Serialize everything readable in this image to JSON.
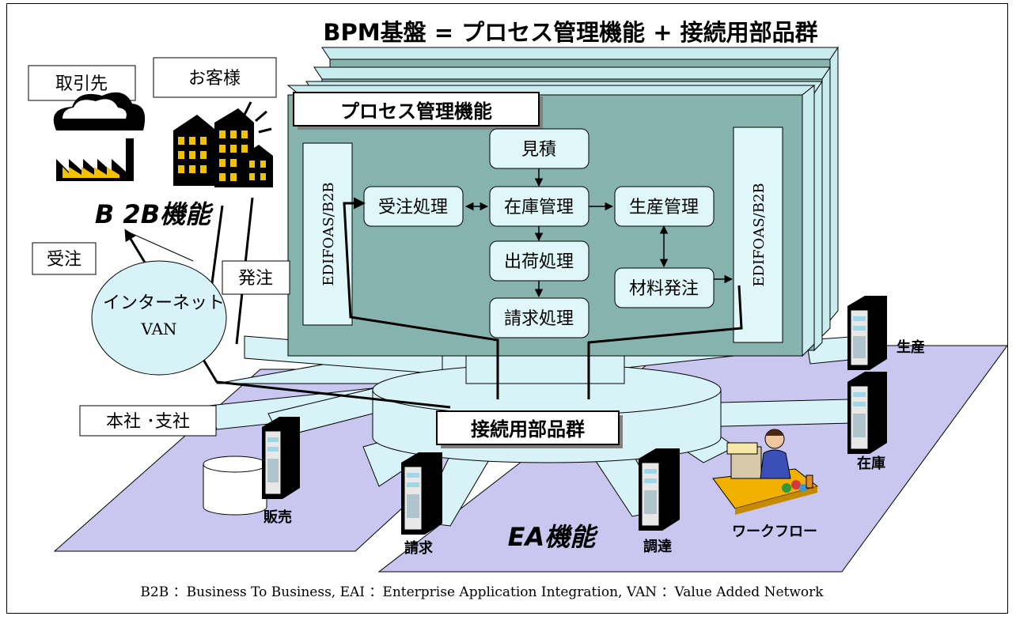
{
  "title": "BPM基盤 = プロセス管理機能 + 接続用部品群",
  "process_panel": {
    "title": "プロセス管理機能",
    "left_adapter": "EDIFOAS/B2B",
    "right_adapter": "EDIFOAS/B2B",
    "steps": {
      "estimate": "見積",
      "order_receipt": "受注処理",
      "inventory": "在庫管理",
      "production": "生産管理",
      "shipping": "出荷処理",
      "material_order": "材料発注",
      "billing": "請求処理"
    }
  },
  "connector": {
    "label": "接続用部品群"
  },
  "b2b": {
    "label": "B 2B機能",
    "partner": "取引先",
    "customer": "お客様",
    "network_line1": "インターネット",
    "network_line2": "VAN",
    "order_in": "受注",
    "order_out": "発注"
  },
  "ea": {
    "label": "EA機能",
    "head_office": "本社 ･支社",
    "systems": {
      "sales": "販売",
      "billing": "請求",
      "procurement": "調達",
      "workflow": "ワークフロー",
      "inventory": "在庫",
      "production": "生産"
    }
  },
  "footnote": "B2B ：Business To Business, EAI ：Enterprise Application Integration, VAN ：Value Added Network",
  "colors": {
    "panel": "#86b3ad",
    "panel_side": "#c9ecee",
    "box": "#dff7f8",
    "platform": "#c9c7ef",
    "network": "#d7f3f7"
  }
}
